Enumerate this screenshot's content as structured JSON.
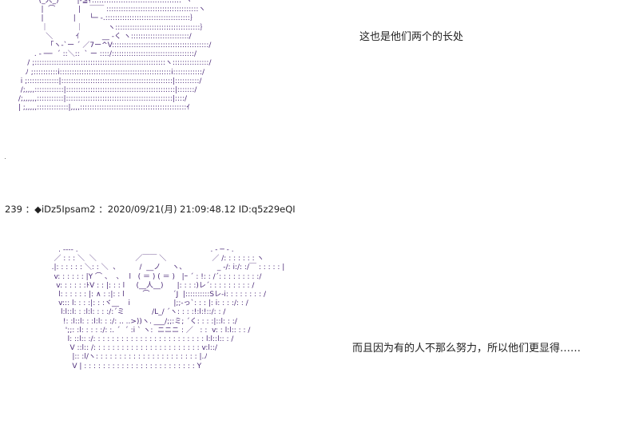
{
  "post_top": {
    "art": "          (_人_)        |-≦ｨ:::::::::::::::::::::::::::::::::::::`ヽ\n           |  ⌒          |    ￣￣ ::::::::::::::::::::::::::::::::::::::ヽ\n           |             |      └─ -.:::::::::::::::::::::::::::::::::::｝\n           ｜            ｜           ヽ:::::::::::::::::::::::::::::::::::｝\n             ＼          ｲ          __ -く ヽ::::::::::::::::::::::::/\n               ｢ヽ-`ー ´ ／7ー^V::::::::::::::::::::::::::::::::::::::::/\n        . - ──  ´ ::＼::  ` ー ::::/::::::::::::::::::::::::::::::::::/\n     / ;::::::::::::::::::::::::::::::::::::::::::::::::::::::ヽ:::::::::::::::/\n    ﾉ ;::::::::::i::::::::::::::::::::::::::::::::::::::::::::::i::::::::::::/\n  i ;:::::::::::::|::::::::::::::::::::::::::::::::::::::::::::::|::::::::::/\n  /;,,,,::::::::::::|:::::::::::::::::::::::::::::::::::::::::::::|:::::::/\n /;,,,,,,:::::::::::|::::::::::::::::::::::::::::::::::::::::::::|::::/\n | ;,,,,,:::::::::::::|,,,,::::::::::::::::::::::::::::::::::::::::::::ｲ",
    "caption": "这也是他们两个的长处"
  },
  "post_header": "239 ：◆iDz5Ipsam2 ：2020/09/21(月) 21:09:48.12 ID:q5z29eQI",
  "post_bottom": {
    "art": "      . -‐‐- .                                                          . ‐ ─ - .\n    ／ : : : ＼  ＼                 ／￣￣ ＼                    ／ /: : : : : : : ヽ\n   .|: : : : : : ＼: : ＼  ､          /  __ノ     ヽ､               _ -/: i:/: :/￣ : : : : : |\n    v: : : : : : |Y ⌒ 、  ､    l   ( ＝ ) ( ＝ )   |ｰ ´ : !: : /´: : : : : : : : :/\n     v: : : : : :ﾄV : : |: : : l     (__人__)      |: : : :)レ´: : : : : : : : : /\n      l: : : : : : |: ∧ : :|: : l        ⌒          ´J  |::::::::::Sレ-i: : : : : : : : /\n      v::: l: : : :|: : :ヾ__    i                   |;;-っ`: : : |: i: : : :/: : /\n       l:l::l: : :l:l: : : :/:´ミ            /L_/ ´ヽ: : : :!:l:!::/: : /\n        !: :l::l: : :l:l: : :/: .. ..>))ヽ. ___/;;:ミ; ´く: : : :|::l: : :/\n         ';;: :l: : : : :/: :. ´  ´ :i ` ヽ:  ニニニ : ／   : :  v: : l:l:: : : /\n          l: ::l:: :/: : : : : : : : : : : : : : : : : : : : : : : : l:l::l:: : /\n           V ::l:: /: : : : : : : : : : : : : : : : : : : : : : : v:l::/\n            |:: :l/ヽ: : : : : : : : : : : : : : : : : : : : : : |.ﾉ\n            V | : : : : : : : : : : : : : : : : : : : : : : : : Y",
    "caption": "而且因为有的人不那么努力，所以他们更显得……"
  }
}
